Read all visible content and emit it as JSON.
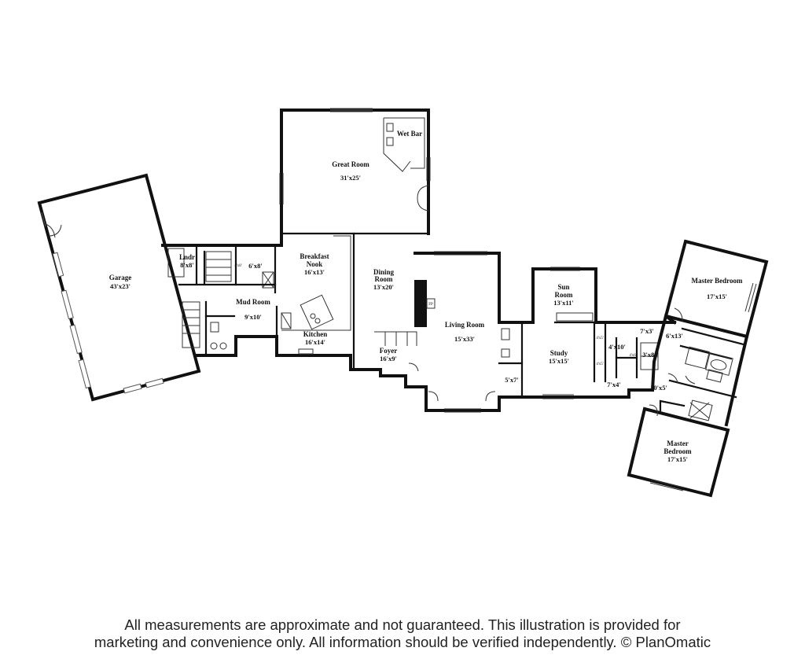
{
  "rooms": {
    "garage": {
      "name": "Garage",
      "dim": "43'x23'"
    },
    "laundry": {
      "name": "Lndr",
      "dim": "8'x8'"
    },
    "closet_6x8": {
      "dim": "6'x8'"
    },
    "closet_small": {
      "dim": "4'x8'"
    },
    "mud_room": {
      "name": "Mud Room",
      "dim": "9'x10'"
    },
    "great_room": {
      "name": "Great Room",
      "dim": "31'x25'"
    },
    "wet_bar": {
      "name": "Wet Bar"
    },
    "breakfast_nook": {
      "name": "Breakfast Nook",
      "dim": "16'x13'"
    },
    "kitchen": {
      "name": "Kitchen",
      "dim": "16'x14'"
    },
    "dining_room": {
      "name": "Dining Room",
      "dim": "13'x20'"
    },
    "foyer": {
      "name": "Foyer",
      "dim": "16'x9'"
    },
    "living_room": {
      "name": "Living Room",
      "dim": "15'x33'"
    },
    "fireplace": {
      "name": "FP"
    },
    "sun_room": {
      "name": "Sun Room",
      "dim": "13'x11'"
    },
    "study": {
      "name": "Study",
      "dim": "15'x15'"
    },
    "closet_5x7": {
      "dim": "5'x7'"
    },
    "closet_4x10": {
      "dim": "4'x10'"
    },
    "closet_4x5_a": {
      "dim": "4'x5'"
    },
    "closet_4x5_b": {
      "dim": "4'x5'"
    },
    "closet_4x6": {
      "dim": "4'x6'"
    },
    "closet_3x8": {
      "dim": "3'x8'"
    },
    "closet_7x3": {
      "dim": "7'x3'"
    },
    "closet_6x13": {
      "dim": "6'x13'"
    },
    "closet_7x4": {
      "dim": "7'x4'"
    },
    "closet_10x5": {
      "dim": "10'x5'"
    },
    "master_bedroom_1": {
      "name": "Master Bedroom",
      "dim": "17'x15'"
    },
    "master_bedroom_2": {
      "name": "Master Bedroom",
      "dim": "17'x15'"
    }
  },
  "disclaimer": {
    "line1": "All measurements are approximate and not guaranteed. This illustration is provided for",
    "line2": "marketing and convenience only. All information should be verified independently. © PlanOmatic"
  }
}
